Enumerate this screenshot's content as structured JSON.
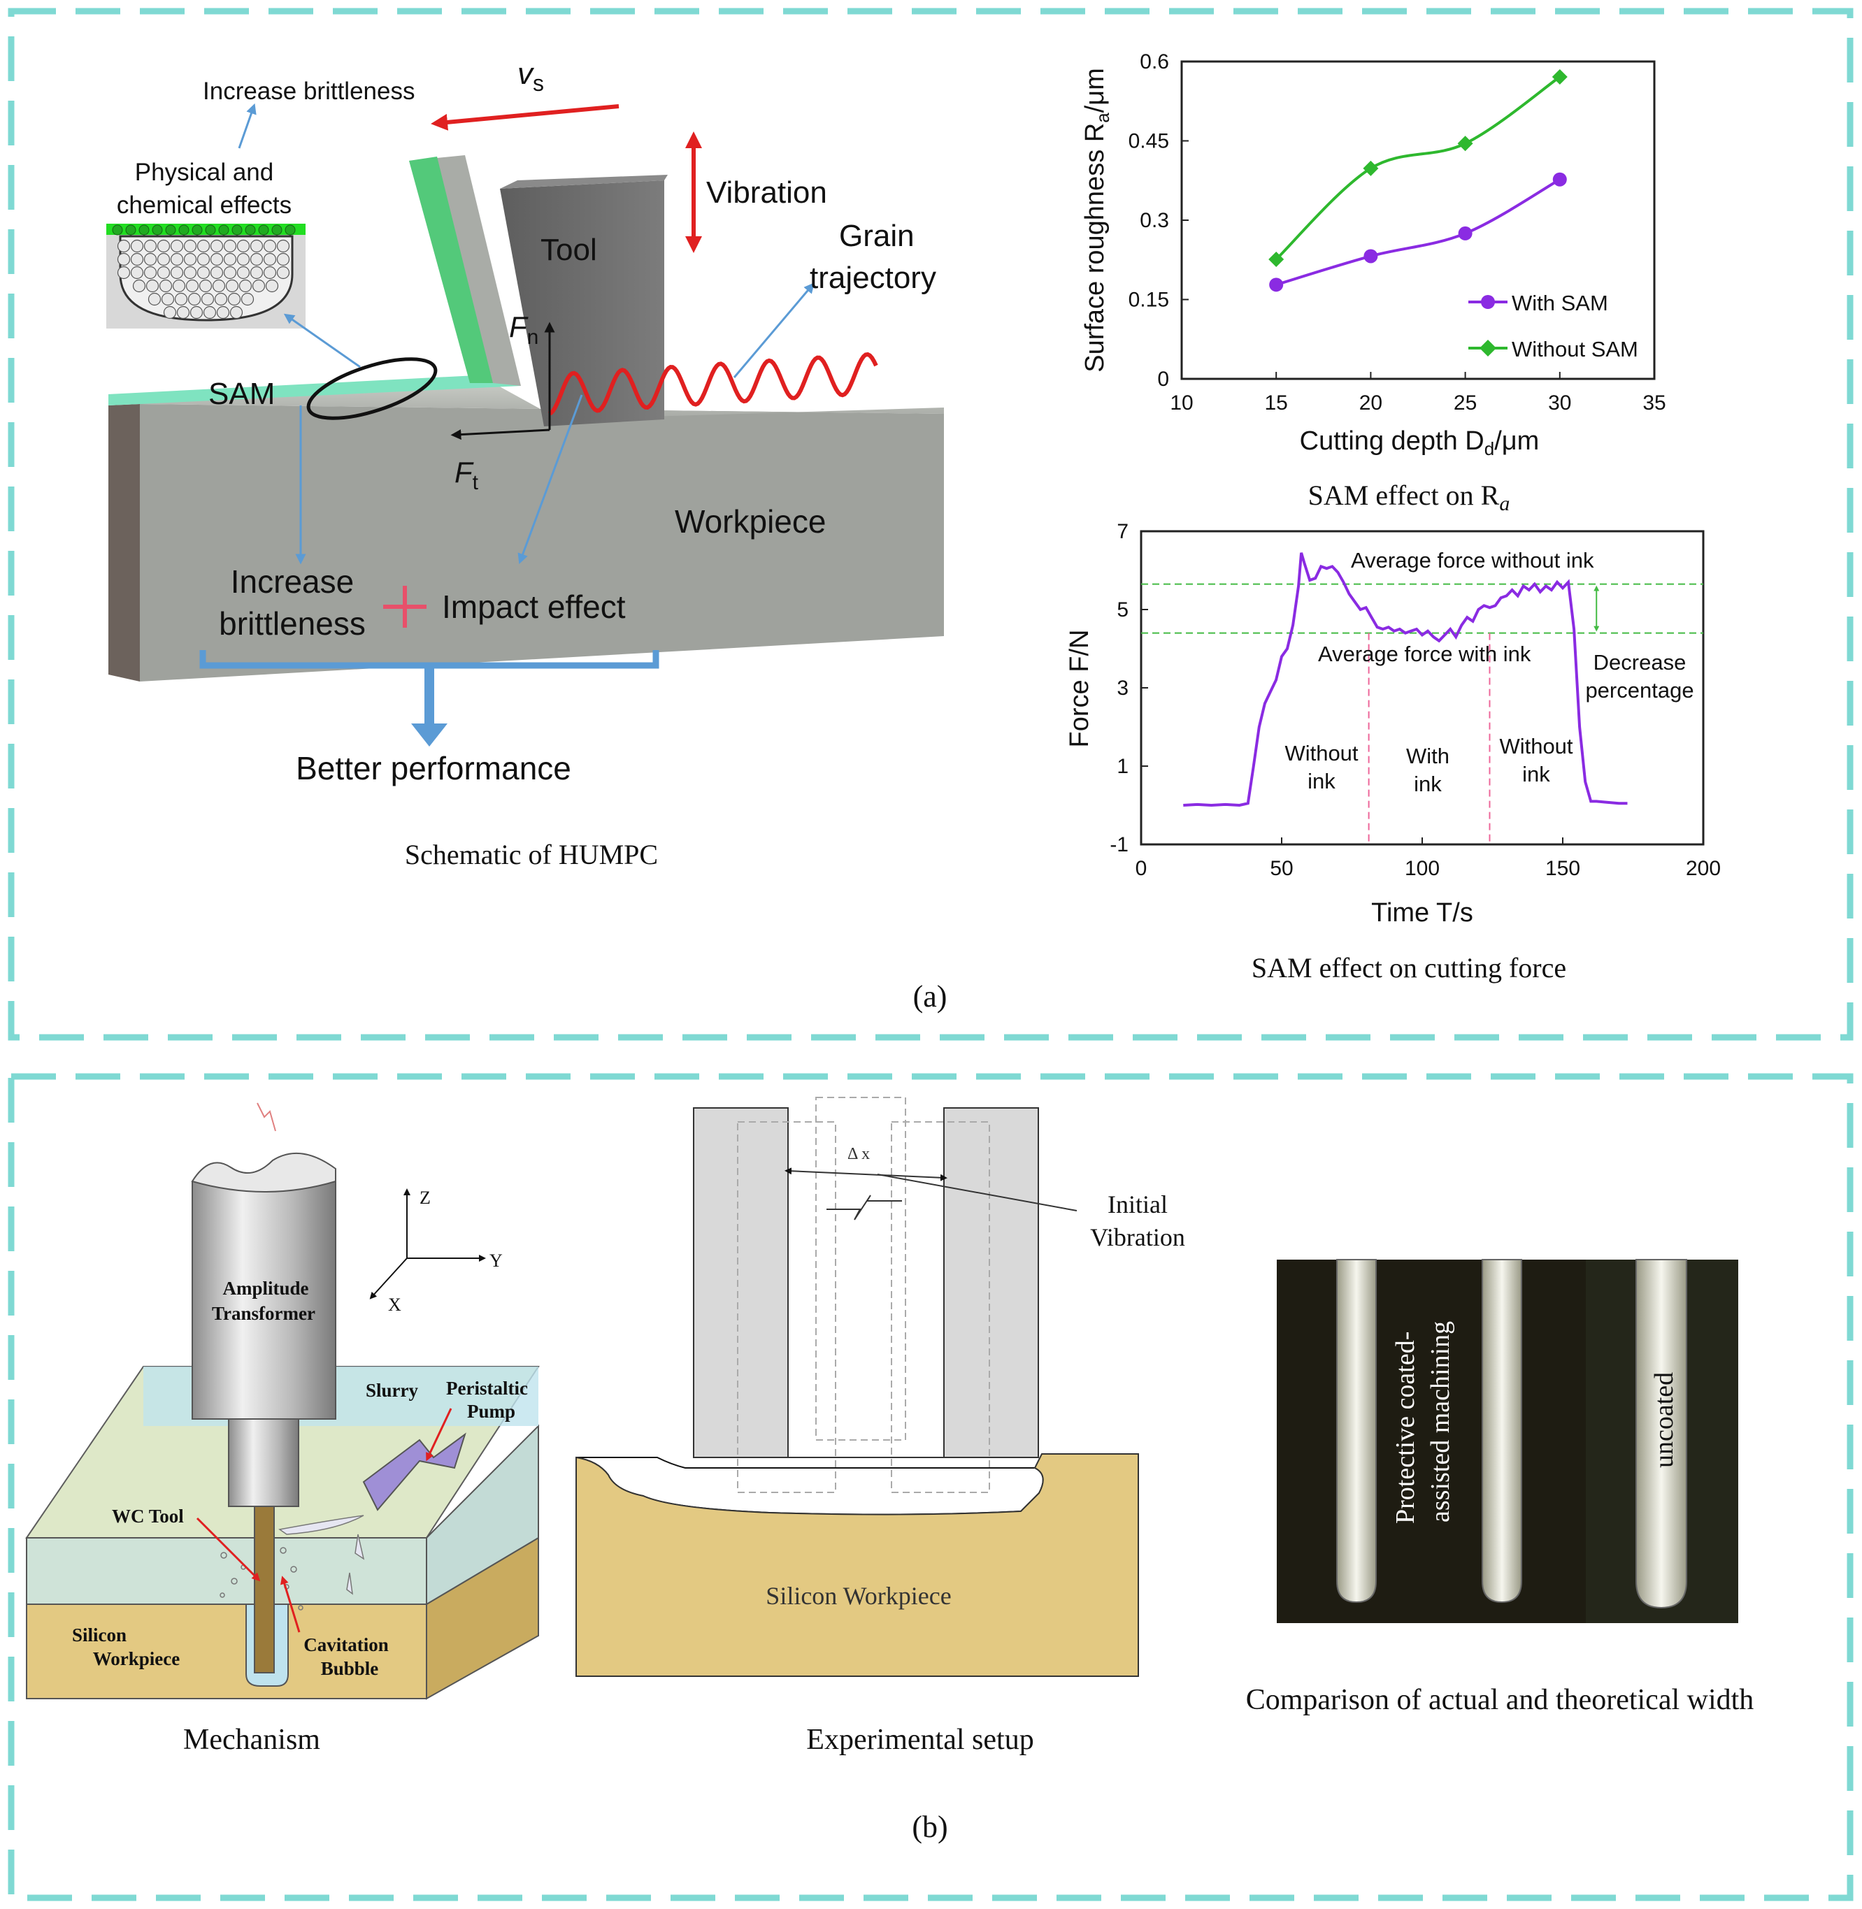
{
  "colors": {
    "frame": "#7fd9d3",
    "with_sam": "#8a2be2",
    "without_sam": "#2eb82e",
    "force_line": "#8a2be2",
    "avg_lines": "#44bb44",
    "region_lines": "#ee6699",
    "arrow_red": "#e02020",
    "arrow_blue": "#5b9bd5",
    "sam_layer": "#7fe3c0",
    "workpiece": "#a9aca7",
    "tool": "#6d6d6d",
    "silicon": "#e3c982",
    "slurry": "#bfe3ee"
  },
  "panel_a": {
    "label": "(a)",
    "schematic": {
      "caption": "Schematic of HUMPC",
      "vs": "v",
      "vs_sub": "s",
      "increase_brittleness_top": "Increase brittleness",
      "physical_line1": "Physical and",
      "physical_line2": "chemical effects",
      "vibration": "Vibration",
      "tool": "Tool",
      "grain_line1": "Grain",
      "grain_line2": "trajectory",
      "fn": "F",
      "fn_sub": "n",
      "ft": "F",
      "ft_sub": "t",
      "sam": "SAM",
      "workpiece": "Workpiece",
      "increase_line1": "Increase",
      "increase_line2": "brittleness",
      "impact": "Impact effect",
      "better": "Better performance"
    }
  },
  "panel_b": {
    "label": "(b)",
    "mechanism": {
      "caption": "Mechanism",
      "amp_line1": "Amplitude",
      "amp_line2": "Transformer",
      "axis_z": "Z",
      "axis_y": "Y",
      "axis_x": "X",
      "slurry": "Slurry",
      "pump_line1": "Peristaltic",
      "pump_line2": "Pump",
      "wc_tool": "WC Tool",
      "silicon_line1": "Silicon",
      "silicon_line2": "Workpiece",
      "cav_line1": "Cavitation",
      "cav_line2": "Bubble"
    },
    "setup": {
      "caption": "Experimental setup",
      "delta_x": "Δ x",
      "initial": "Initial",
      "vibration": "Vibration",
      "silicon": "Silicon Workpiece"
    },
    "comparison": {
      "caption": "Comparison of actual and theoretical width",
      "protective_line1": "Protective coated-",
      "protective_line2": "assisted machining",
      "uncoated": "uncoated"
    }
  },
  "chart_data": [
    {
      "type": "line",
      "title": "SAM effect on R",
      "title_sub": "a",
      "xlabel": "Cutting depth D",
      "xlabel_sub": "d",
      "xlabel_unit": "/μm",
      "ylabel": "Surface roughness R",
      "ylabel_sub": "a",
      "ylabel_unit": "/μm",
      "xlim": [
        10,
        35
      ],
      "ylim": [
        0,
        0.6
      ],
      "x_ticks": [
        10,
        15,
        20,
        25,
        30,
        35
      ],
      "y_ticks": [
        0,
        0.15,
        0.3,
        0.45,
        0.6
      ],
      "legend_position": "bottom-right",
      "grid": false,
      "series": [
        {
          "name": "With SAM",
          "marker": "circle",
          "x": [
            15,
            20,
            25,
            30
          ],
          "y": [
            0.178,
            0.232,
            0.275,
            0.377
          ]
        },
        {
          "name": "Without SAM",
          "marker": "diamond",
          "x": [
            15,
            20,
            25,
            30
          ],
          "y": [
            0.226,
            0.398,
            0.445,
            0.571
          ]
        }
      ]
    },
    {
      "type": "line",
      "title": "SAM effect on cutting force",
      "xlabel": "Time T",
      "xlabel_unit": "/s",
      "ylabel": "Force F",
      "ylabel_unit": "/N",
      "xlim": [
        0,
        200
      ],
      "ylim": [
        -1,
        7
      ],
      "x_ticks": [
        0,
        50,
        100,
        150,
        200
      ],
      "y_ticks": [
        -1,
        1,
        3,
        5,
        7
      ],
      "grid": false,
      "avg_without_ink": 5.65,
      "avg_with_ink": 4.4,
      "region_boundaries": [
        81,
        124
      ],
      "annotations": {
        "avg_without": "Average force without ink",
        "avg_with": "Average force with ink",
        "decrease_line1": "Decrease",
        "decrease_line2": "percentage",
        "region1_line1": "Without",
        "region1_line2": "ink",
        "region2_line1": "With",
        "region2_line2": "ink",
        "region3_line1": "Without",
        "region3_line2": "ink"
      },
      "series": [
        {
          "x": [
            15,
            20,
            25,
            30,
            35,
            38,
            40,
            42,
            44,
            46,
            48,
            50,
            52,
            54,
            56,
            57,
            58,
            60,
            62,
            64,
            66,
            68,
            70,
            72,
            74,
            76,
            78,
            80,
            82,
            84,
            86,
            88,
            90,
            92,
            94,
            96,
            98,
            100,
            102,
            104,
            106,
            108,
            110,
            112,
            114,
            116,
            118,
            120,
            122,
            124,
            126,
            128,
            130,
            132,
            134,
            136,
            138,
            140,
            142,
            144,
            146,
            148,
            150,
            152,
            154,
            156,
            158,
            160,
            162,
            165,
            170,
            173
          ],
          "y": [
            0.0,
            0.02,
            0.0,
            0.02,
            0.0,
            0.05,
            1.0,
            2.0,
            2.6,
            2.9,
            3.2,
            3.8,
            4.0,
            4.6,
            5.6,
            6.45,
            6.2,
            5.75,
            5.8,
            6.1,
            6.05,
            6.1,
            5.95,
            5.7,
            5.4,
            5.2,
            5.0,
            5.05,
            4.8,
            4.55,
            4.5,
            4.55,
            4.45,
            4.5,
            4.4,
            4.45,
            4.5,
            4.35,
            4.45,
            4.3,
            4.2,
            4.35,
            4.5,
            4.3,
            4.6,
            4.8,
            4.7,
            5.0,
            5.1,
            5.05,
            5.1,
            5.3,
            5.35,
            5.5,
            5.35,
            5.6,
            5.5,
            5.65,
            5.45,
            5.6,
            5.5,
            5.7,
            5.55,
            5.7,
            4.5,
            2.0,
            0.6,
            0.1,
            0.1,
            0.08,
            0.05,
            0.05
          ]
        }
      ]
    }
  ]
}
